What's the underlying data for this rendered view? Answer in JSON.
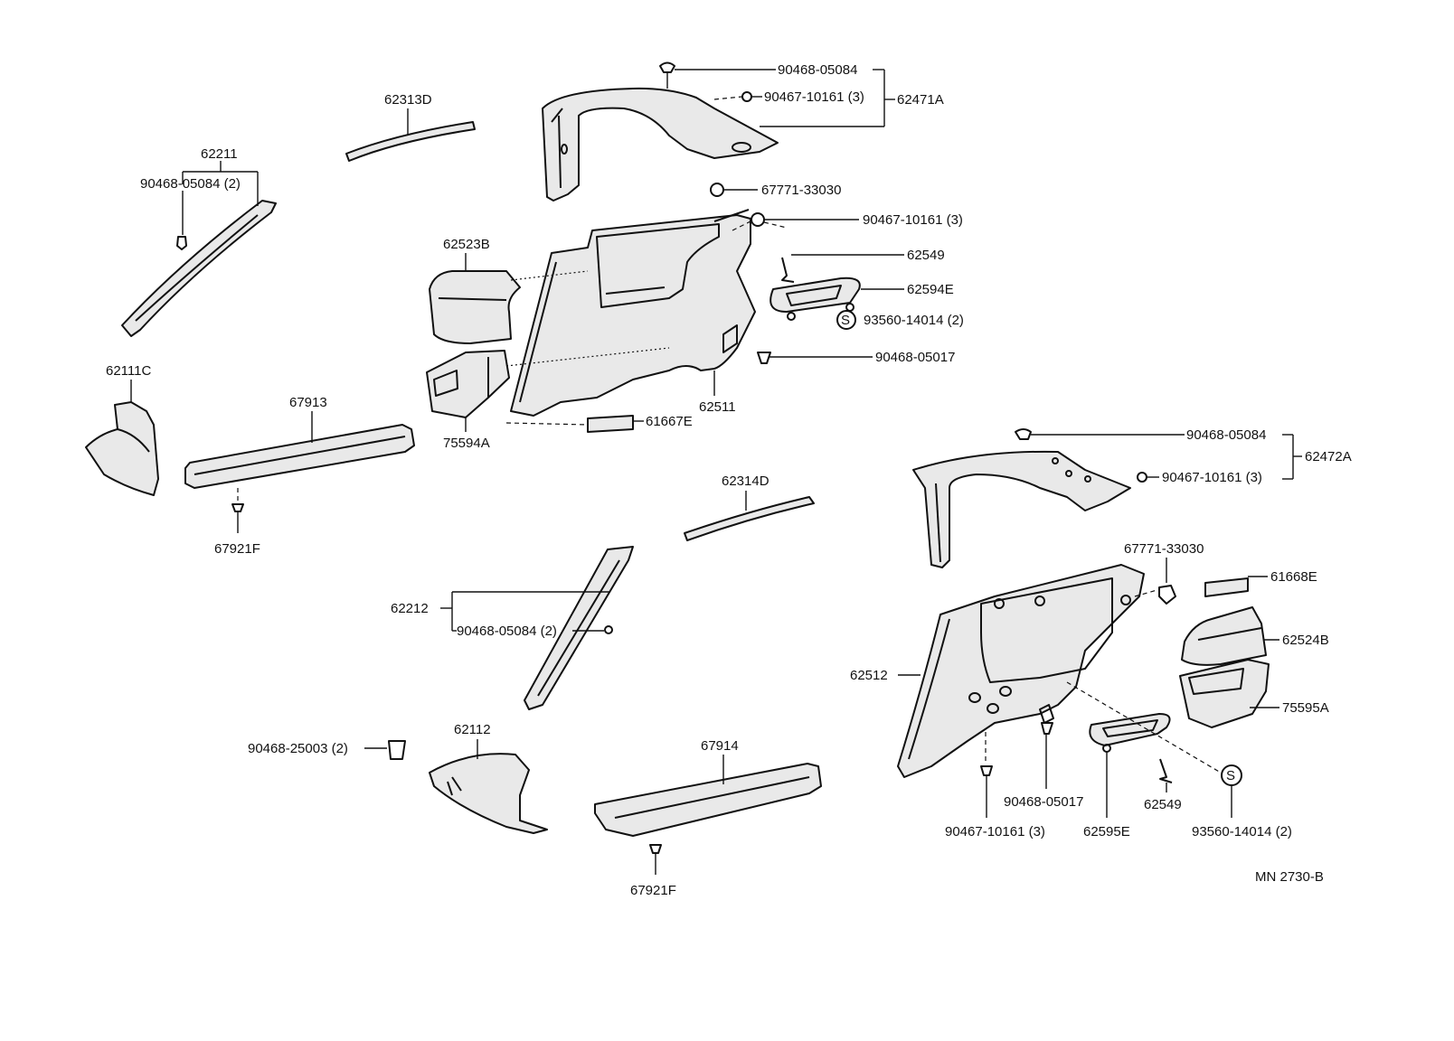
{
  "labels": {
    "p1": "90468-05084",
    "p2": "90467-10161 (3)",
    "p3": "62471A",
    "p4": "62313D",
    "p5": "62211",
    "p6": "90468-05084 (2)",
    "p7": "67771-33030",
    "p8": "90467-10161 (3)",
    "p9": "62523B",
    "p10": "62549",
    "p11": "62594E",
    "p12": "93560-14014 (2)",
    "p13": "90468-05017",
    "p14": "62511",
    "p15": "62111C",
    "p16": "67913",
    "p17": "75594A",
    "p18": "61667E",
    "p19": "67921F",
    "p20": "90468-05084",
    "p21": "62472A",
    "p22": "90467-10161 (3)",
    "p23": "62314D",
    "p24": "67771-33030",
    "p25": "61668E",
    "p26": "62212",
    "p27": "90468-05084 (2)",
    "p28": "62524B",
    "p29": "62512",
    "p30": "75595A",
    "p31": "62112",
    "p32": "90468-25003 (2)",
    "p33": "67914",
    "p34": "90468-05017",
    "p35": "62549",
    "p36": "90467-10161 (3)",
    "p37": "62595E",
    "p38": "93560-14014 (2)",
    "p39": "67921F",
    "p40": "MN 2730-B"
  },
  "symbols": {
    "s1": "S",
    "s2": "S"
  }
}
